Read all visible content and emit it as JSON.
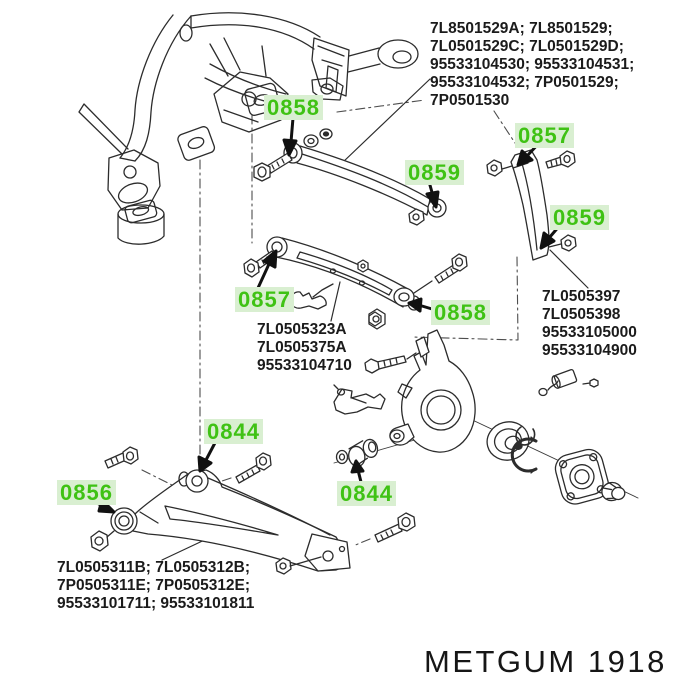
{
  "diagram_title": "rear-suspension-exploded-parts-diagram",
  "brand": {
    "text": "METGUM 1918"
  },
  "colors": {
    "callout_green": "#3fc214",
    "callout_background": "#d9efd1",
    "line_ink": "#2c2c2c",
    "background": "#ffffff"
  },
  "callouts": [
    {
      "role": "upper-rod-inner-bushing",
      "text": "0858"
    },
    {
      "role": "upper-rod-outer-bushing",
      "text": "0859"
    },
    {
      "role": "vertical-link-upper-bushing",
      "text": "0857"
    },
    {
      "role": "vertical-link-lower-bushing",
      "text": "0859"
    },
    {
      "role": "middle-arm-inner-bushing",
      "text": "0857"
    },
    {
      "role": "middle-arm-outer-bushing",
      "text": "0858"
    },
    {
      "role": "lower-arm-front-bushing",
      "text": "0844"
    },
    {
      "role": "lower-arm-inner-bushing",
      "text": "0856"
    },
    {
      "role": "knuckle-bushing",
      "text": "0844"
    }
  ],
  "part_blocks": {
    "upper_link": {
      "lines": [
        "7L8501529A; 7L8501529;",
        "7L0501529C; 7L0501529D;",
        "95533104530; 95533104531;",
        "95533104532; 7P0501529;",
        "7P0501530"
      ]
    },
    "middle_arm": {
      "lines": [
        "7L0505323A",
        "7L0505375A",
        "95533104710"
      ]
    },
    "vertical_link": {
      "lines": [
        "7L0505397",
        "7L0505398",
        "95533105000",
        "95533104900"
      ]
    },
    "lower_arm": {
      "lines": [
        "7L0505311B; 7L0505312B;",
        "7P0505311E; 7P0505312E;",
        "95533101711; 95533101811"
      ]
    }
  }
}
